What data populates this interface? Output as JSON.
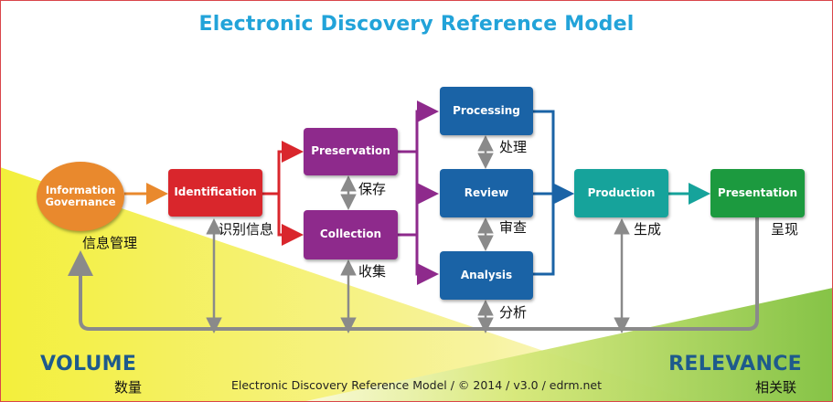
{
  "title": "Electronic Discovery Reference Model",
  "stages": {
    "information_governance": {
      "label": "Information Governance",
      "cn": "信息管理",
      "color": "#e9892d"
    },
    "identification": {
      "label": "Identification",
      "cn": "识别信息",
      "color": "#d9262c"
    },
    "preservation": {
      "label": "Preservation",
      "cn": "保存",
      "color": "#8e2a8c"
    },
    "collection": {
      "label": "Collection",
      "cn": "收集",
      "color": "#8e2a8c"
    },
    "processing": {
      "label": "Processing",
      "cn": "处理",
      "color": "#1a63a6"
    },
    "review": {
      "label": "Review",
      "cn": "审查",
      "color": "#1a63a6"
    },
    "analysis": {
      "label": "Analysis",
      "cn": "分析",
      "color": "#1a63a6"
    },
    "production": {
      "label": "Production",
      "cn": "生成",
      "color": "#16a39b"
    },
    "presentation": {
      "label": "Presentation",
      "cn": "呈现",
      "color": "#1c9a3f"
    }
  },
  "volume": {
    "label": "VOLUME",
    "cn": "数量"
  },
  "relevance": {
    "label": "RELEVANCE",
    "cn": "相关联"
  },
  "footer": "Electronic Discovery Reference Model / © 2014 / v3.0 / edrm.net",
  "colors": {
    "title": "#22a3d9",
    "volume_wedge": "#f2ee3f",
    "relevance_wedge": "#8fc63f",
    "feedback_line": "#8a8a8a",
    "axis_text": "#1e5a8c"
  }
}
